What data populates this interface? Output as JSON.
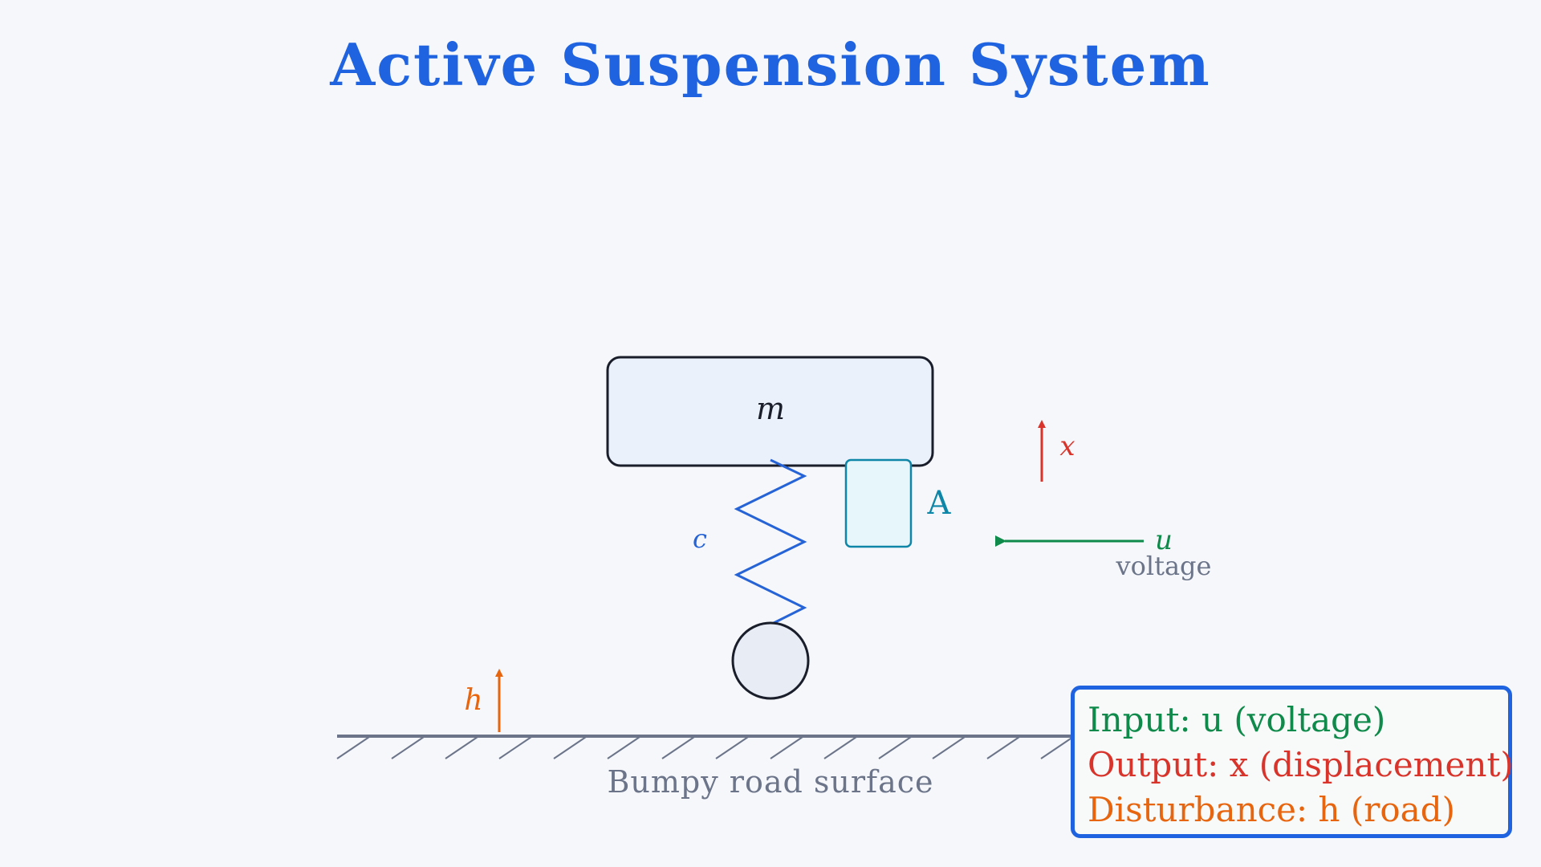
{
  "title": "Active Suspension System",
  "labels": {
    "mass": "m",
    "spring": "c",
    "actuator": "A",
    "displacement": "x",
    "input": "u",
    "input_desc": "voltage",
    "disturbance": "h",
    "road": "Bumpy road surface"
  },
  "legend": {
    "input": "Input: u (voltage)",
    "output": "Output: x (displacement)",
    "disturbance": "Disturbance: h (road)"
  },
  "colors": {
    "title": "#1f63e0",
    "spring": "#2563d6",
    "actuator": "#0e86a8",
    "output": "#d9342b",
    "input": "#0f8a4a",
    "disturbance": "#e8650f",
    "ground": "#6b7489"
  }
}
